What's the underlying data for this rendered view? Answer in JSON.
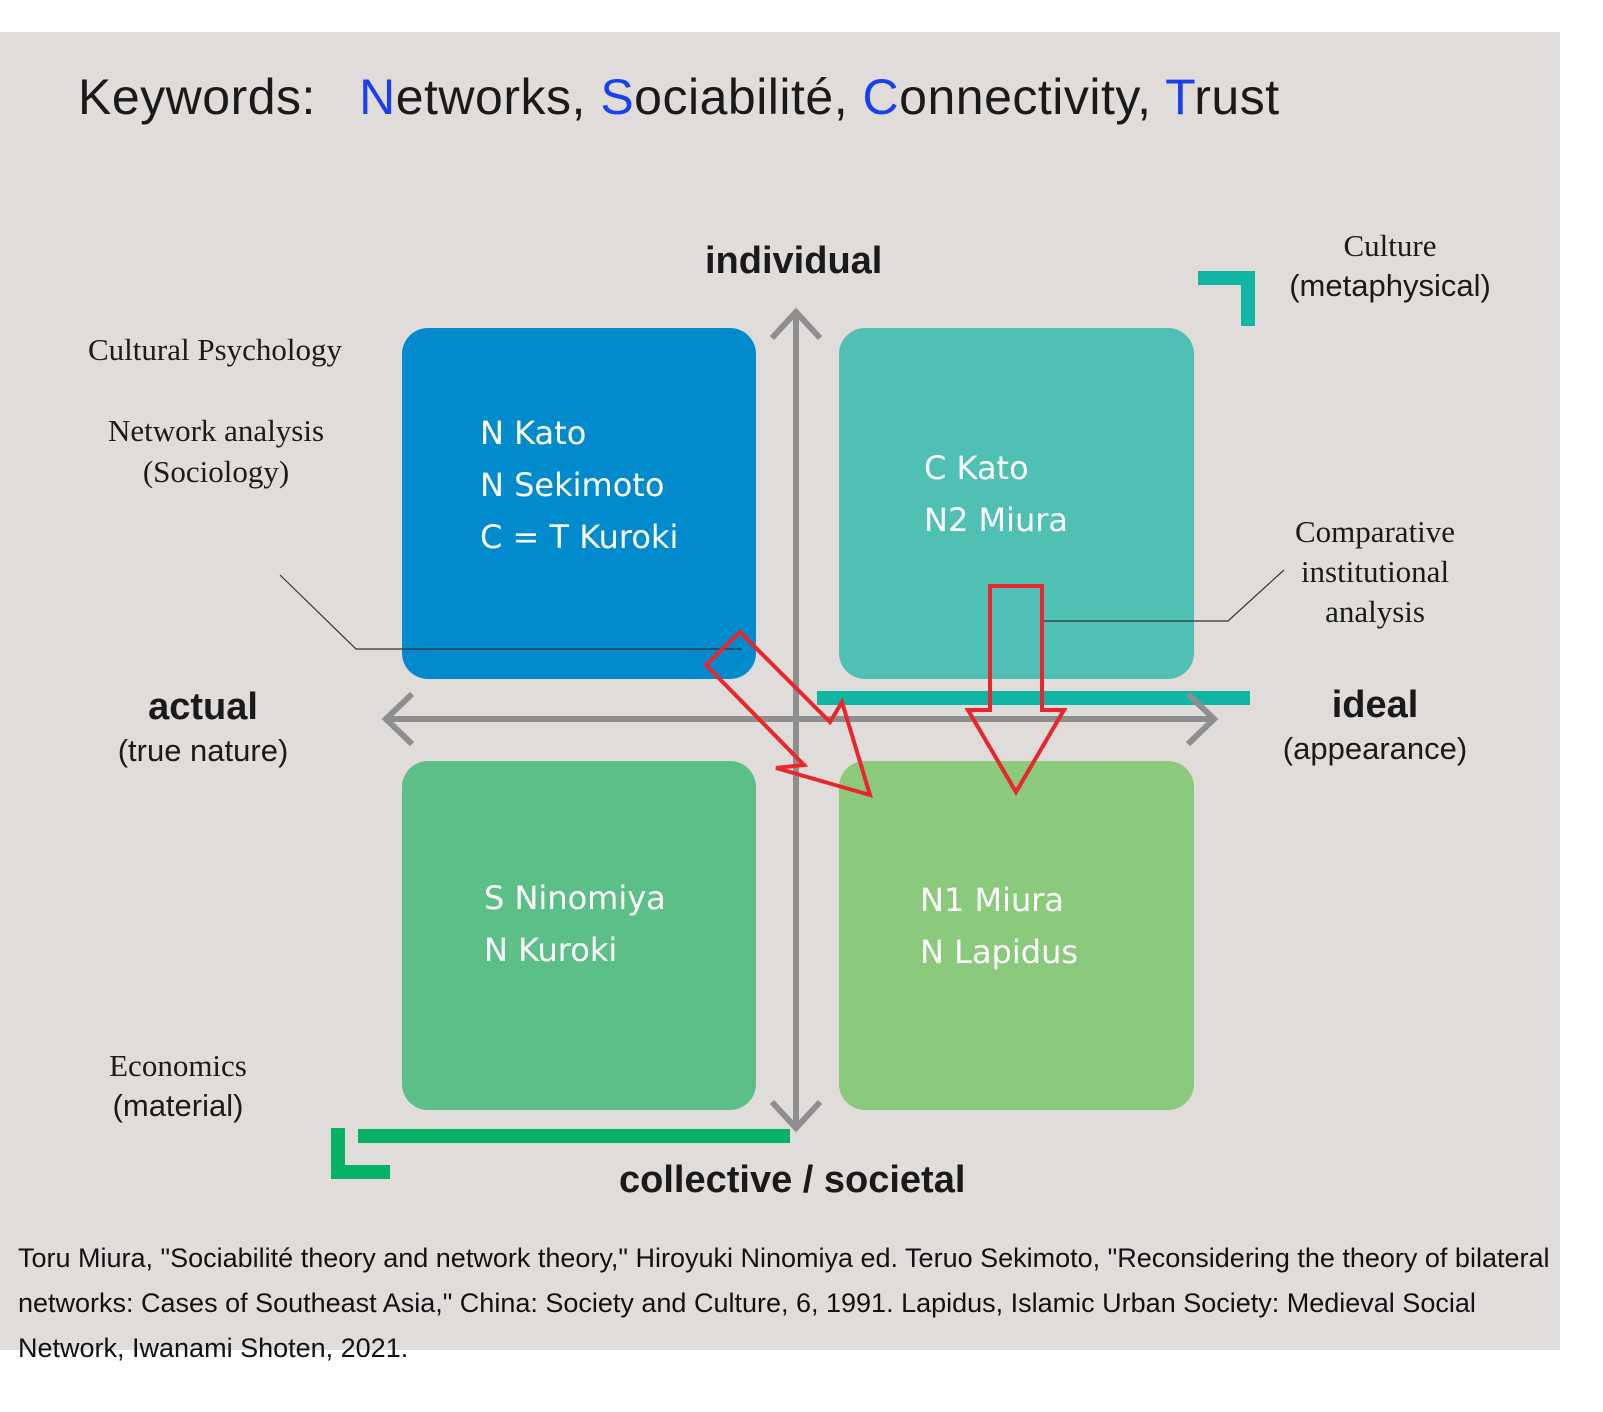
{
  "title": {
    "prefix": "Keywords:",
    "kw1_initial": "N",
    "kw1_rest": "etworks,",
    "kw2_initial": "S",
    "kw2_rest": "ociabilité,",
    "kw3_initial": "C",
    "kw3_rest": "onnectivity,",
    "kw4_initial": "T",
    "kw4_rest": "rust"
  },
  "axes": {
    "top": "individual",
    "bottom": "collective / societal",
    "left_label": "actual",
    "left_sub": "(true nature)",
    "right_label": "ideal",
    "right_sub": "(appearance)"
  },
  "side_labels": {
    "culture_line1": "Culture",
    "culture_line2": "(metaphysical)",
    "cultural_psychology": "Cultural Psychology",
    "network_line1": "Network analysis",
    "network_line2": "(Sociology)",
    "comparative_line1": "Comparative",
    "comparative_line2": "institutional",
    "comparative_line3": "analysis",
    "economics_line1": "Economics",
    "economics_line2": "(material)"
  },
  "quadrants": {
    "top_left": [
      "N Kato",
      "N Sekimoto",
      "C = T  Kuroki"
    ],
    "top_right": [
      "C Kato",
      "N2  Miura"
    ],
    "bottom_left": [
      "S Ninomiya",
      "N Kuroki"
    ],
    "bottom_right": [
      "N1  Miura",
      "N Lapidus"
    ]
  },
  "colors": {
    "panel_bg": "#e0dcda",
    "top_left": "#018bcd",
    "top_right": "#50c0b5",
    "bottom_left": "#5dbf88",
    "bottom_right": "#8bc97c",
    "keyword_initial": "#1a3ff0",
    "arrow_red": "#e8262b",
    "axis_gray": "#8e8e8e",
    "bracket_teal": "#11b5a4",
    "bracket_green": "#07b267"
  },
  "caption": "Toru Miura, \"Sociabilité theory and network theory,\" Hiroyuki Ninomiya ed. Teruo Sekimoto, \"Reconsidering the theory of bilateral networks: Cases of Southeast Asia,\" China: Society and Culture, 6, 1991. Lapidus, Islamic Urban Society: Medieval Social Network, Iwanami Shoten, 2021."
}
